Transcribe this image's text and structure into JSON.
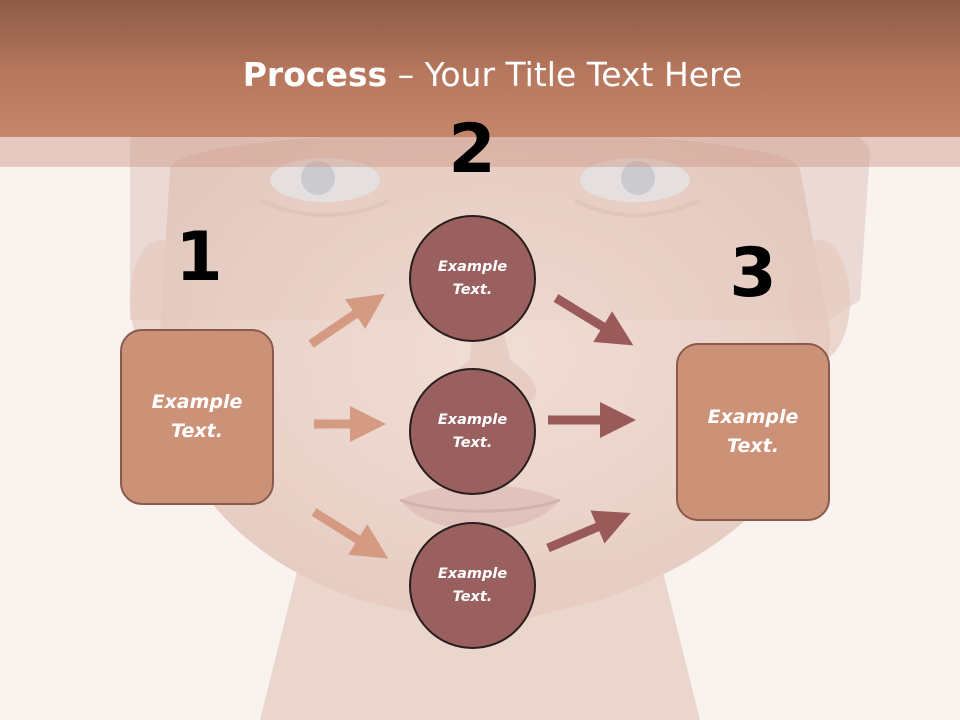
{
  "title": {
    "bold": "Process",
    "rest": " – Your Title Text Here"
  },
  "steps": {
    "one": "1",
    "two": "2",
    "three": "3"
  },
  "nodes": {
    "left_box": {
      "line1": "Example",
      "line2": "Text."
    },
    "right_box": {
      "line1": "Example",
      "line2": "Text."
    },
    "circle_top": {
      "line1": "Example",
      "line2": "Text."
    },
    "circle_middle": {
      "line1": "Example",
      "line2": "Text."
    },
    "circle_bottom": {
      "line1": "Example",
      "line2": "Text."
    }
  },
  "colors": {
    "header": "#b7785e",
    "box_fill": "#cc9278",
    "circle_fill": "#9a6060",
    "arrow_left": "#d49a82",
    "arrow_right": "#9a5a5a"
  }
}
